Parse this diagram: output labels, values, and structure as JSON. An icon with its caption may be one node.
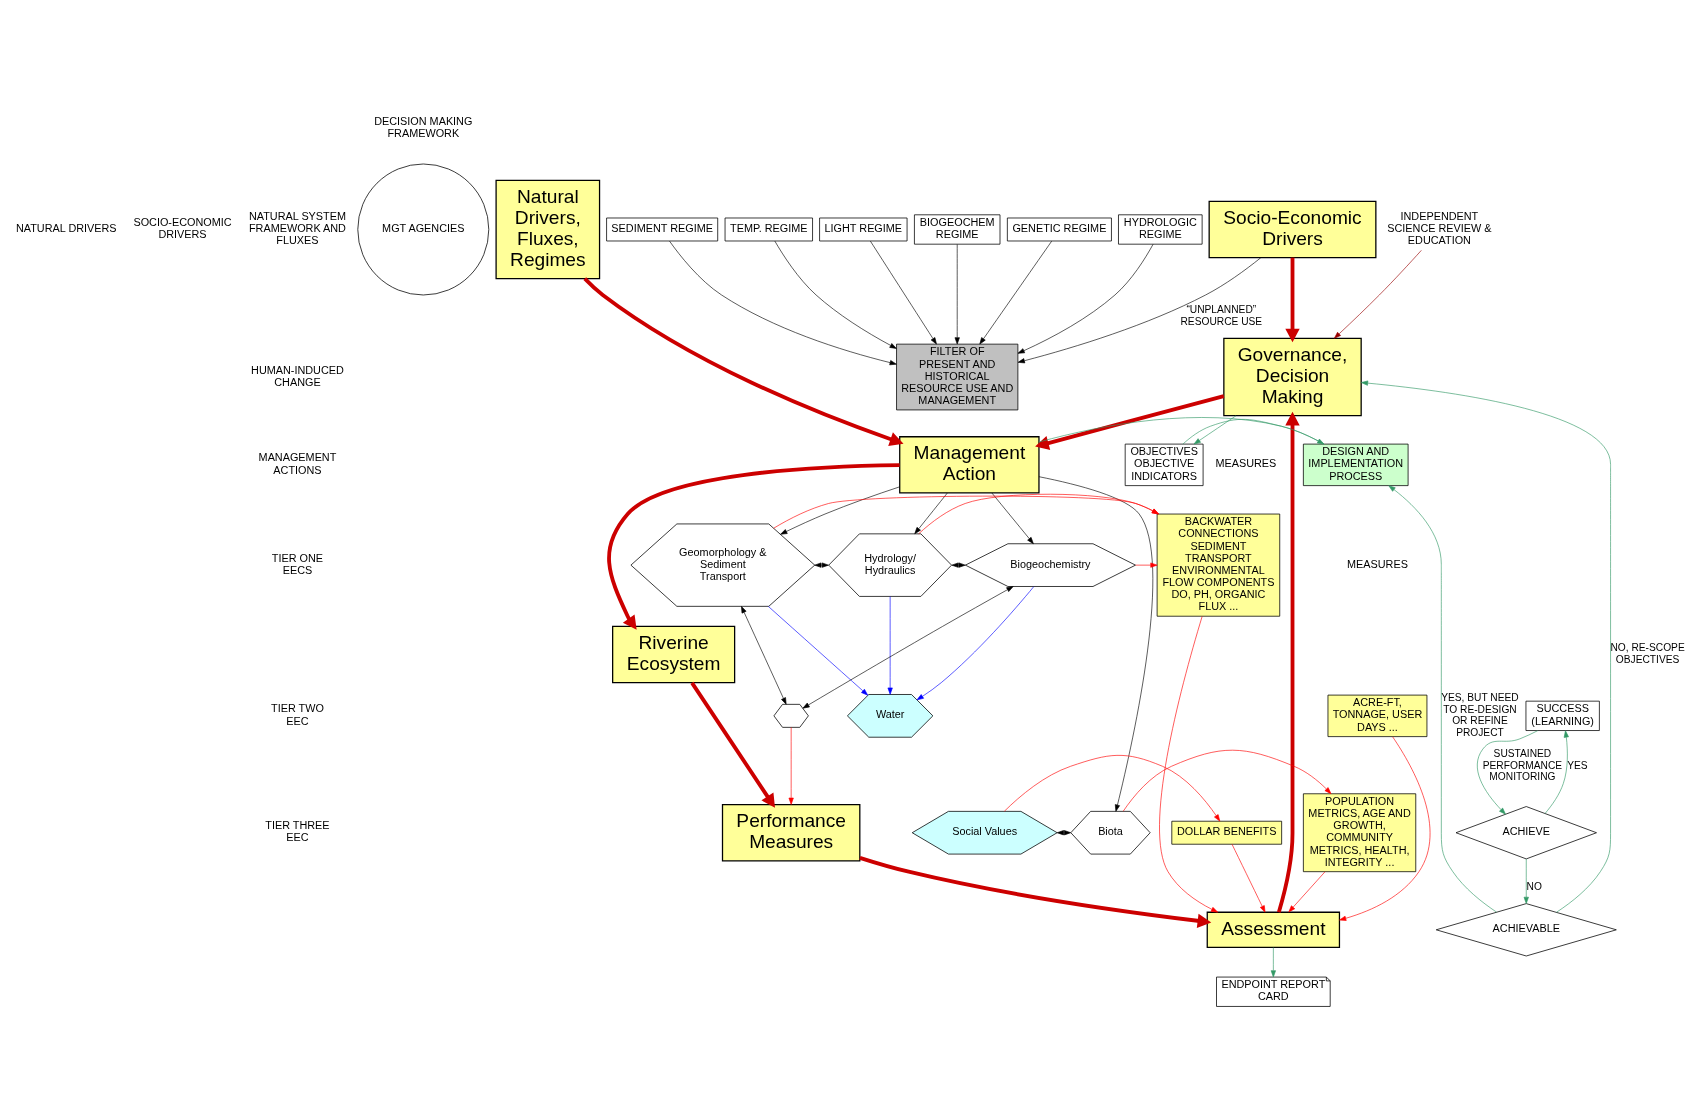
{
  "diagram": {
    "nodes": [
      {
        "text": [
          "Natural Drivers, Fluxes, Regimes"
        ]
      },
      {
        "text": [
          "Socio-Economic Drivers"
        ]
      },
      {
        "text": [
          "Governance, Decision Making"
        ]
      },
      {
        "text": [
          "Management Action"
        ]
      },
      {
        "text": [
          "Riverine Ecosystem"
        ]
      },
      {
        "text": [
          "Performance Measures"
        ]
      },
      {
        "text": [
          "Assessment"
        ]
      },
      {
        "text": [
          "HYDROLOGIC REGIME"
        ]
      },
      {
        "text": [
          "SEDIMENT REGIME"
        ]
      },
      {
        "text": [
          "TEMP. REGIME"
        ]
      },
      {
        "text": [
          "LIGHT REGIME"
        ]
      },
      {
        "text": [
          "BIOGEOCHEM REGIME"
        ]
      },
      {
        "text": [
          "GENETIC REGIME"
        ]
      },
      {
        "text": [
          "FILTER OF PRESENT AND HISTORICAL RESOURCE USE AND MANAGEMENT"
        ]
      },
      {
        "text": [
          "DESIGN AND IMPLEMENTATION PROCESS"
        ]
      },
      {
        "text": [
          "MGT AGENCIES"
        ]
      },
      {
        "text": [
          "Geomorphology & Sediment Transport"
        ]
      },
      {
        "text": [
          "Hydrology/ Hydraulics"
        ]
      },
      {
        "text": [
          "Biogeochemistry"
        ]
      },
      {
        "text": [
          "Water"
        ]
      },
      {
        "text": [],
        "shape": "hexagon"
      },
      {
        "text": [
          "Social Values"
        ]
      },
      {
        "text": [
          "Biota"
        ]
      },
      {
        "text": [
          "ACRE-FT, TONNAGE, USER DAYS ..."
        ]
      },
      {
        "text": [
          "DOLLAR BENEFITS"
        ]
      },
      {
        "text": [
          "BACKWATER CONNECTIONS SEDIMENT TRANSPORT ENVIRONMENTAL FLOW COMPONENTS DO, PH, ORGANIC FLUX ..."
        ]
      },
      {
        "text": [
          "POPULATION METRICS, AGE AND GROWTH, COMMUNITY METRICS, HEALTH, INTEGRITY ..."
        ]
      },
      {
        "text": [
          "SUCCESS",
          "(LEARNING)"
        ]
      },
      {
        "text": [
          "ACHIEVE"
        ]
      },
      {
        "text": [
          "ACHIEVABLE"
        ]
      },
      {
        "text": [
          "ENDPOINT REPORT CARD"
        ]
      },
      {
        "text": [
          "INDEPENDENT SCIENCE REVIEW & EDUCATION"
        ]
      },
      {
        "text": [
          "OBJECTIVES",
          "OBJECTIVE",
          "INDICATORS"
        ]
      }
    ],
    "edges": [
      {
        "from": 0,
        "to": 3,
        "arrow": "to",
        "style": "thick",
        "color": "#cc0000"
      },
      {
        "from": 1,
        "to": 2,
        "arrow": "to",
        "style": "thick",
        "color": "#cc0000"
      },
      {
        "from": 2,
        "to": 3,
        "arrow": "to",
        "style": "thick",
        "color": "#cc0000"
      },
      {
        "from": 3,
        "to": 4,
        "arrow": "to",
        "style": "thick",
        "color": "#cc0000"
      },
      {
        "from": 4,
        "to": 5,
        "arrow": "to",
        "style": "thick",
        "color": "#cc0000"
      },
      {
        "from": 5,
        "to": 6,
        "arrow": "to",
        "style": "thick",
        "color": "#cc0000"
      },
      {
        "from": 6,
        "to": 2,
        "arrow": "to",
        "style": "thick",
        "color": "#cc0000"
      },
      {
        "from": 7,
        "to": 13,
        "arrow": "to"
      },
      {
        "from": 8,
        "to": 13,
        "arrow": "to"
      },
      {
        "from": 9,
        "to": 13,
        "arrow": "to"
      },
      {
        "from": 10,
        "to": 13,
        "arrow": "to"
      },
      {
        "from": 11,
        "to": 13,
        "arrow": "to"
      },
      {
        "from": 12,
        "to": 13,
        "arrow": "to"
      },
      {
        "from": 1,
        "to": 13,
        "arrow": "to",
        "label": "“UNPLANNED” RESOURCE USE"
      },
      {
        "from": 3,
        "to": 14,
        "arrow": "none",
        "color": "#339966"
      },
      {
        "from": 32,
        "to": 14,
        "arrow": "to",
        "color": "#339966"
      },
      {
        "from": 2,
        "to": 32,
        "arrow": "to",
        "color": "#339966"
      },
      {
        "from": 3,
        "to": 16,
        "arrow": "to"
      },
      {
        "from": 3,
        "to": 17,
        "arrow": "to"
      },
      {
        "from": 3,
        "to": 18,
        "arrow": "to"
      },
      {
        "from": 3,
        "to": 22,
        "arrow": "to"
      },
      {
        "from": 16,
        "to": 17,
        "arrow": "both"
      },
      {
        "from": 17,
        "to": 18,
        "arrow": "both"
      },
      {
        "from": 16,
        "to": 20,
        "arrow": "both"
      },
      {
        "from": 18,
        "to": 20,
        "arrow": "both"
      },
      {
        "from": 21,
        "to": 22,
        "arrow": "both"
      },
      {
        "from": 16,
        "to": 19,
        "arrow": "to",
        "color": "#0000ff"
      },
      {
        "from": 17,
        "to": 19,
        "arrow": "to",
        "color": "#0000ff"
      },
      {
        "from": 18,
        "to": 19,
        "arrow": "to",
        "color": "#0000ff"
      },
      {
        "from": 16,
        "to": 25,
        "arrow": "to",
        "color": "#ff0000"
      },
      {
        "from": 17,
        "to": 25,
        "arrow": "to",
        "color": "#ff0000"
      },
      {
        "from": 18,
        "to": 25,
        "arrow": "to",
        "color": "#ff0000"
      },
      {
        "from": 20,
        "to": 5,
        "arrow": "to",
        "color": "#ff0000"
      },
      {
        "from": 21,
        "to": 24,
        "arrow": "to",
        "color": "#ff0000"
      },
      {
        "from": 22,
        "to": 26,
        "arrow": "to",
        "color": "#ff0000"
      },
      {
        "from": 23,
        "to": 6,
        "arrow": "to",
        "color": "#ff0000"
      },
      {
        "from": 24,
        "to": 6,
        "arrow": "to",
        "color": "#ff0000"
      },
      {
        "from": 25,
        "to": 6,
        "arrow": "to",
        "color": "#ff0000"
      },
      {
        "from": 26,
        "to": 6,
        "arrow": "to",
        "color": "#ff0000"
      },
      {
        "from": 28,
        "to": 27,
        "arrow": "to",
        "label": "YES",
        "color": "#339966"
      },
      {
        "from": 27,
        "to": 28,
        "arrow": "to",
        "label": "SUSTAINED PERFORMANCE MONITORING",
        "color": "#339966"
      },
      {
        "from": 28,
        "to": 29,
        "arrow": "to",
        "label": "NO",
        "color": "#339966"
      },
      {
        "from": 29,
        "to": 14,
        "arrow": "to",
        "label": "YES, BUT NEED TO RE-DESIGN OR REFINE PROJECT",
        "color": "#339966"
      },
      {
        "from": 29,
        "to": 2,
        "arrow": "to",
        "label": "NO, RE-SCOPE OBJECTIVES",
        "color": "#339966"
      },
      {
        "from": 6,
        "to": 30,
        "arrow": "to",
        "color": "#339966"
      },
      {
        "from": 31,
        "to": 2,
        "arrow": "to",
        "color": "#990000"
      }
    ],
    "labels": [
      "NATURAL DRIVERS",
      "SOCIO-ECONOMIC DRIVERS",
      "NATURAL SYSTEM FRAMEWORK AND FLUXES",
      "DECISION MAKING FRAMEWORK",
      "HUMAN-INDUCED CHANGE",
      "MANAGEMENT ACTIONS",
      "MEASURES",
      "TIER ONE EECS",
      "MEASURES",
      "TIER TWO EEC",
      "TIER THREE EEC"
    ]
  }
}
